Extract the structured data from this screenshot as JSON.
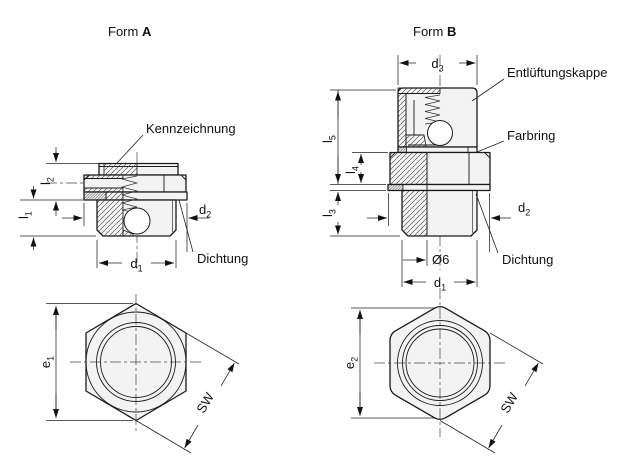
{
  "form_a": {
    "title_prefix": "Form ",
    "title_variant": "A",
    "callouts": {
      "kennzeichnung": "Kennzeichnung",
      "dichtung": "Dichtung"
    },
    "dims": {
      "l1": {
        "base": "l",
        "sub": "1"
      },
      "l2": {
        "base": "l",
        "sub": "2"
      },
      "d1": {
        "base": "d",
        "sub": "1"
      },
      "d2": {
        "base": "d",
        "sub": "2"
      },
      "e1": {
        "base": "e",
        "sub": "1"
      },
      "sw": {
        "base": "SW",
        "sub": ""
      }
    }
  },
  "form_b": {
    "title_prefix": "Form ",
    "title_variant": "B",
    "callouts": {
      "entlueftungskappe": "Entlüftungskappe",
      "farbring": "Farbring",
      "dichtung": "Dichtung"
    },
    "dims": {
      "l3": {
        "base": "l",
        "sub": "3"
      },
      "l4": {
        "base": "l",
        "sub": "4"
      },
      "l5": {
        "base": "l",
        "sub": "5"
      },
      "d1": {
        "base": "d",
        "sub": "1"
      },
      "d2": {
        "base": "d",
        "sub": "2"
      },
      "d3": {
        "base": "d",
        "sub": "3"
      },
      "hole": {
        "base": "Ø6",
        "sub": ""
      },
      "e2": {
        "base": "e",
        "sub": "2"
      },
      "sw": {
        "base": "SW",
        "sub": ""
      }
    }
  },
  "colors": {
    "line": "#1a1a1a",
    "body_fill": "#f3f3f3",
    "background": "#ffffff"
  }
}
